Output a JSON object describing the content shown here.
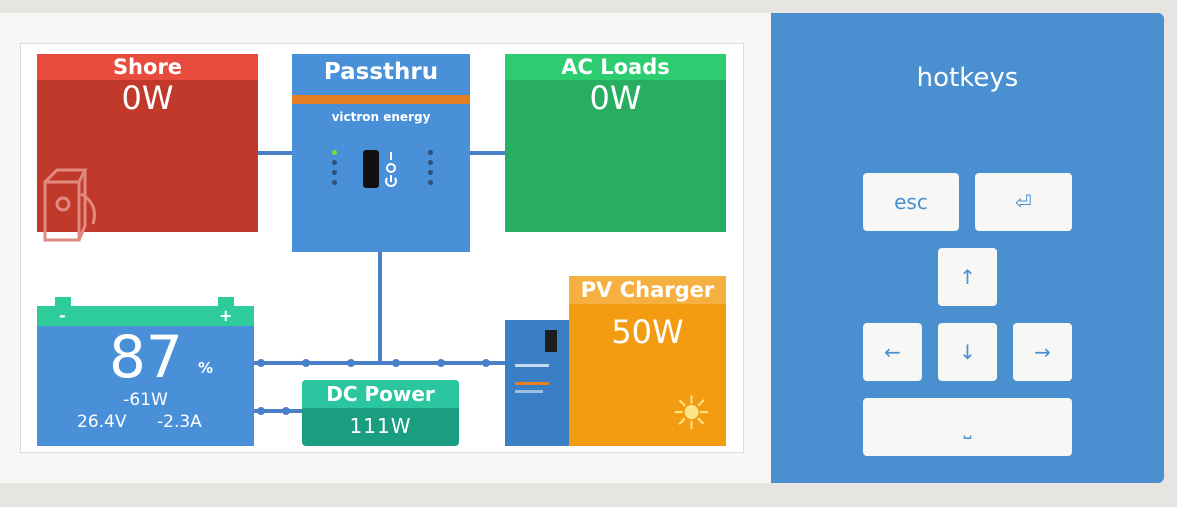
{
  "diagram": {
    "shore": {
      "title": "Shore",
      "value": "0W"
    },
    "passthru": {
      "title": "Passthru",
      "brand": "victron energy"
    },
    "ac_loads": {
      "title": "AC Loads",
      "value": "0W"
    },
    "battery": {
      "soc": "87",
      "soc_unit": "%",
      "power": "-61W",
      "voltage": "26.4V",
      "current": "-2.3A",
      "minus": "-",
      "plus": "+"
    },
    "dc_power": {
      "title": "DC Power",
      "value": "111W"
    },
    "pv_charger": {
      "title": "PV Charger",
      "value": "50W",
      "sun_icon": "☀"
    },
    "colors": {
      "shore": "#c0392b",
      "ac_loads": "#27ae60",
      "passthru": "#4a90d9",
      "pv": "#f39c12",
      "dc": "#1a9e82"
    }
  },
  "hotkeys": {
    "title": "hotkeys",
    "esc": "esc",
    "enter": "⏎",
    "up": "↑",
    "left": "←",
    "down": "↓",
    "right": "→",
    "space": "⎵"
  }
}
